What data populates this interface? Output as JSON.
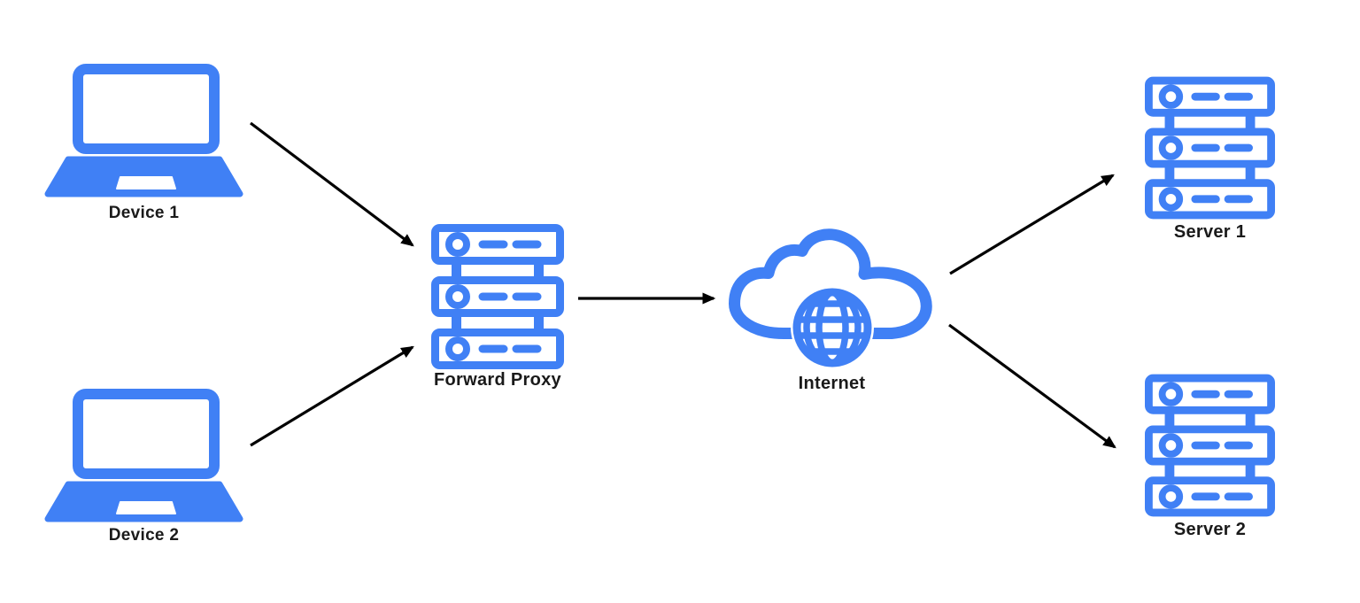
{
  "diagram": {
    "type": "network-topology",
    "accent_color": "#4080F5",
    "arrow_color": "#000000",
    "label_color": "#1a1a1a",
    "background_color": "#ffffff",
    "nodes": [
      {
        "id": "device-1",
        "label": "Device 1",
        "icon": "laptop-icon"
      },
      {
        "id": "device-2",
        "label": "Device 2",
        "icon": "laptop-icon"
      },
      {
        "id": "forward-proxy",
        "label": "Forward Proxy",
        "icon": "server-stack-icon"
      },
      {
        "id": "internet",
        "label": "Internet",
        "icon": "cloud-globe-icon"
      },
      {
        "id": "server-1",
        "label": "Server 1",
        "icon": "server-stack-icon"
      },
      {
        "id": "server-2",
        "label": "Server 2",
        "icon": "server-stack-icon"
      }
    ],
    "edges": [
      {
        "from": "device-1",
        "to": "forward-proxy"
      },
      {
        "from": "device-2",
        "to": "forward-proxy"
      },
      {
        "from": "forward-proxy",
        "to": "internet"
      },
      {
        "from": "internet",
        "to": "server-1"
      },
      {
        "from": "internet",
        "to": "server-2"
      }
    ]
  }
}
